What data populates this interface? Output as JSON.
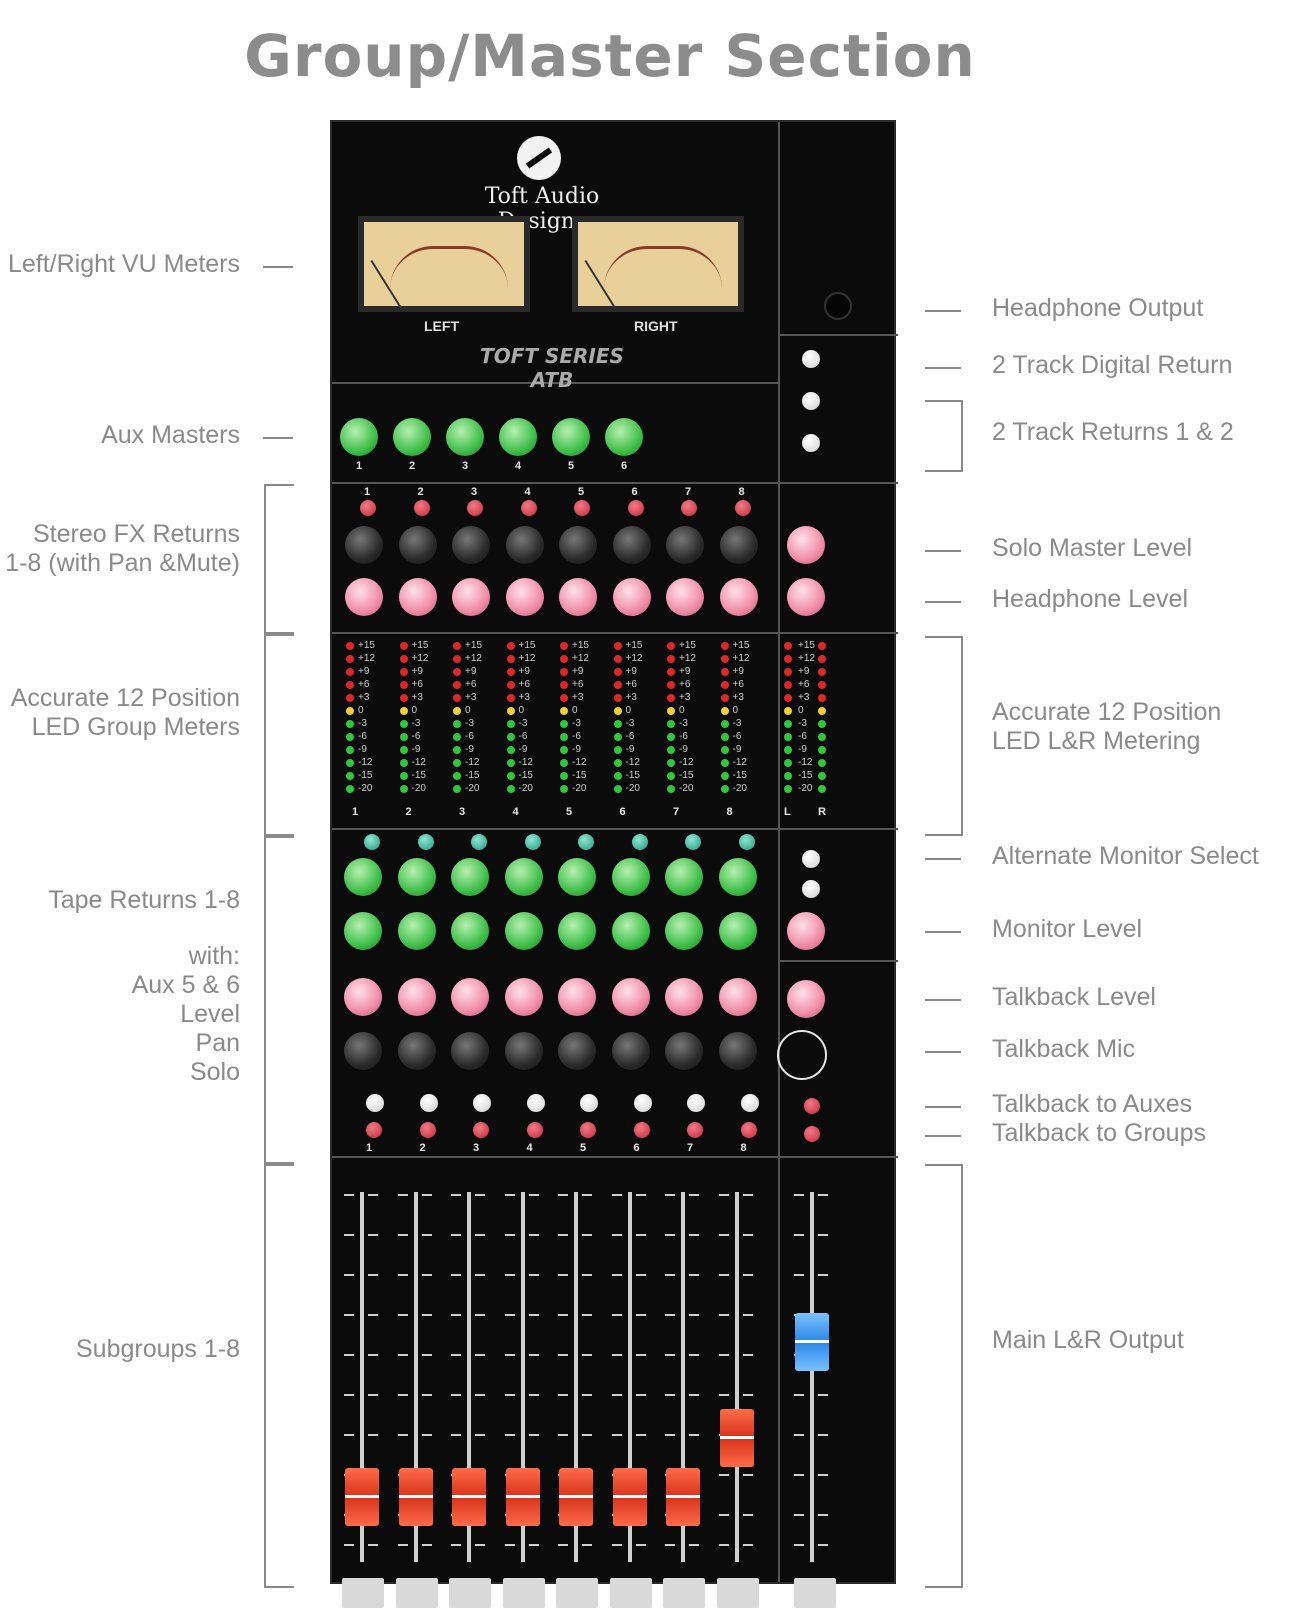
{
  "title": "Group/Master Section",
  "console": {
    "brand": "Toft Audio Designs",
    "series": "TOFT SERIES ATB",
    "vu_left": "LEFT",
    "vu_right": "RIGHT"
  },
  "labels_left": [
    {
      "id": "vu",
      "lines": [
        "Left/Right VU Meters"
      ]
    },
    {
      "id": "aux",
      "lines": [
        "Aux Masters"
      ]
    },
    {
      "id": "fx",
      "lines": [
        "Stereo FX Returns",
        "1-8 (with Pan &Mute)"
      ]
    },
    {
      "id": "gmeters",
      "lines": [
        "Accurate 12 Position",
        "LED Group Meters"
      ]
    },
    {
      "id": "tape",
      "lines": [
        "Tape Returns 1-8"
      ]
    },
    {
      "id": "tapewith",
      "lines": [
        "with:",
        "Aux 5 & 6",
        "Level",
        "Pan",
        "Solo"
      ]
    },
    {
      "id": "sub",
      "lines": [
        "Subgroups 1-8"
      ]
    }
  ],
  "labels_right": [
    {
      "id": "hp",
      "lines": [
        "Headphone Output"
      ]
    },
    {
      "id": "dig",
      "lines": [
        "2 Track Digital Return"
      ]
    },
    {
      "id": "ret12",
      "lines": [
        "2 Track Returns 1 & 2"
      ]
    },
    {
      "id": "solo",
      "lines": [
        "Solo Master Level"
      ]
    },
    {
      "id": "hplevel",
      "lines": [
        "Headphone Level"
      ]
    },
    {
      "id": "lrmeter",
      "lines": [
        "Accurate 12 Position",
        "LED L&R Metering"
      ]
    },
    {
      "id": "altmon",
      "lines": [
        "Alternate Monitor Select"
      ]
    },
    {
      "id": "monlev",
      "lines": [
        "Monitor Level"
      ]
    },
    {
      "id": "tblev",
      "lines": [
        "Talkback Level"
      ]
    },
    {
      "id": "tbmic",
      "lines": [
        "Talkback Mic"
      ]
    },
    {
      "id": "tbaux",
      "lines": [
        "Talkback to Auxes"
      ]
    },
    {
      "id": "tbgrp",
      "lines": [
        "Talkback to Groups"
      ]
    },
    {
      "id": "main",
      "lines": [
        "Main L&R Output"
      ]
    }
  ],
  "colors": {
    "label": "#8a8a8a",
    "knob_green": "#3fbf4a",
    "knob_pink": "#f08ca8",
    "fader_red": "#d8321b",
    "fader_blue": "#2a86e6",
    "led_red": "#e0262a",
    "led_yellow": "#f0d22a",
    "led_green": "#2ec83a"
  },
  "channels": [
    "1",
    "2",
    "3",
    "4",
    "5",
    "6",
    "7",
    "8"
  ],
  "aux_numbers": [
    "1",
    "2",
    "3",
    "4",
    "5",
    "6"
  ],
  "meter_scale": [
    "+15",
    "+12",
    "+9",
    "+6",
    "+3",
    "0",
    "-3",
    "-6",
    "-9",
    "-12",
    "-15",
    "-20"
  ],
  "master_meter": [
    "L",
    "R"
  ],
  "fader_positions": [
    0.82,
    0.82,
    0.82,
    0.82,
    0.82,
    0.82,
    0.82,
    0.66
  ],
  "main_fader_position": 0.4
}
